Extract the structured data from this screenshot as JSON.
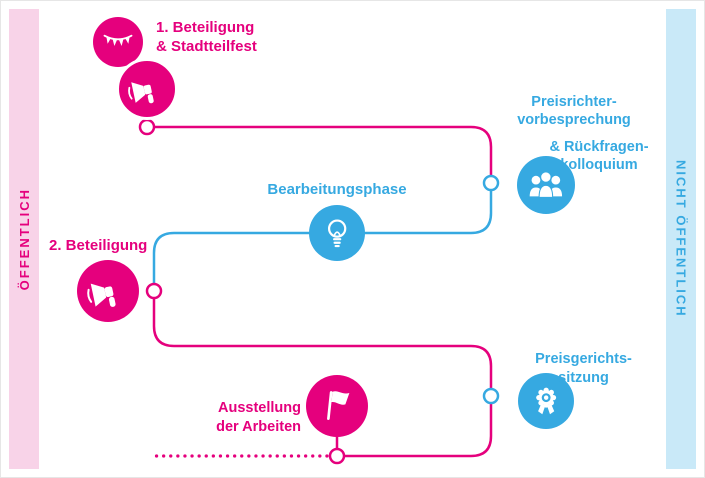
{
  "colors": {
    "pink": "#e5007d",
    "blue": "#36a9e1",
    "pink_band_bg": "#f8d3e8",
    "blue_band_bg": "#c9e9f8"
  },
  "bands": {
    "left": "ÖFFENTLICH",
    "right": "NICHT ÖFFENTLICH"
  },
  "steps": {
    "beteiligung1": {
      "label": "1. Beteiligung\n& Stadtteilfest",
      "icons": [
        "bunting-icon",
        "megaphone-icon"
      ]
    },
    "preisrichter": {
      "label_line1": "Preisrichter-\nvorbesprechung",
      "label_line2": "& Rückfragen-\nkolloquium",
      "icon": "jury-icon"
    },
    "bearbeitungsphase": {
      "label": "Bearbeitungsphase",
      "icon": "lightbulb-icon"
    },
    "beteiligung2": {
      "label": "2. Beteiligung",
      "icon": "megaphone-icon"
    },
    "preisgericht": {
      "label": "Preisgerichts-\nsitzung",
      "icon": "medal-icon"
    },
    "ausstellung": {
      "label": "Ausstellung\nder Arbeiten",
      "icon": "flag-icon"
    }
  }
}
